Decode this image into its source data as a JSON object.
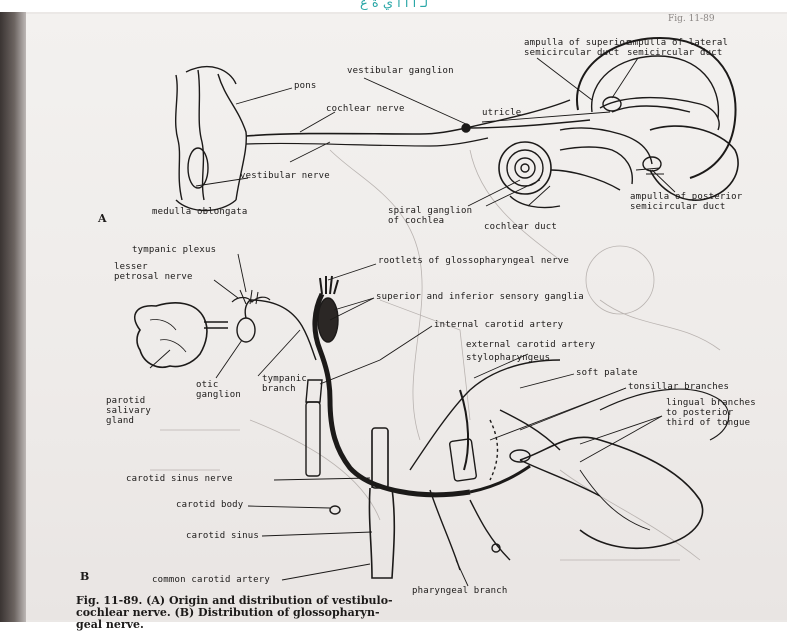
{
  "header": {
    "arabic_text": "لـ ا ا ا ي ة ع",
    "running_head": "Fig. 11-89"
  },
  "panel_a": {
    "letter": "A",
    "labels": {
      "pons": "pons",
      "vestibular_ganglion": "vestibular ganglion",
      "ampulla_superior": "ampulla of superior\nsemicircular duct",
      "ampulla_lateral": "ampulla of lateral\nsemicircular duct",
      "utricle": "utricle",
      "cochlear_nerve": "cochlear nerve",
      "vestibular_nerve": "vestibular nerve",
      "medulla_oblongata": "medulla oblongata",
      "spiral_ganglion": "spiral ganglion\nof cochlea",
      "cochlear_duct": "cochlear duct",
      "ampulla_posterior": "ampulla of posterior\nsemicircular duct"
    }
  },
  "panel_b": {
    "letter": "B",
    "labels": {
      "tympanic_plexus": "tympanic plexus",
      "lesser_petrosal_nerve": "lesser\npetrosal nerve",
      "rootlets": "rootlets of glossopharyngeal nerve",
      "sensory_ganglia": "superior and inferior sensory ganglia",
      "internal_carotid": "internal carotid artery",
      "external_carotid": "external carotid artery",
      "stylopharyngeus": "stylopharyngeus",
      "soft_palate": "soft palate",
      "tonsillar_branches": "tonsillar branches",
      "lingual_branches": "lingual branches\nto posterior\nthird of tongue",
      "parotid_gland": "parotid\nsalivary\ngland",
      "otic_ganglion": "otic\nganglion",
      "tympanic_branch": "tympanic\nbranch",
      "carotid_sinus_nerve": "carotid sinus nerve",
      "carotid_body": "carotid body",
      "carotid_sinus": "carotid sinus",
      "common_carotid": "common carotid artery",
      "pharyngeal_branch": "pharyngeal branch"
    }
  },
  "caption": {
    "text": "Fig. 11-89. (A) Origin and distribution of vestibulo-\ncochlear nerve. (B) Distribution of glossopharyn-\ngeal nerve."
  }
}
